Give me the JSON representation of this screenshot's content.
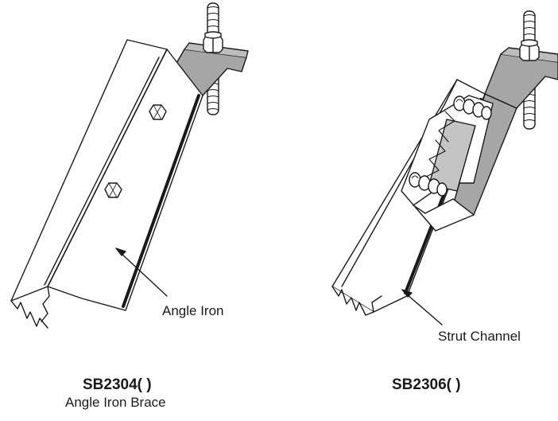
{
  "figures": [
    {
      "callout": "Angle Iron",
      "part_number": "SB2304(  )",
      "description": "Angle Iron Brace"
    },
    {
      "callout": "Strut Channel",
      "part_number": "SB2306(  )",
      "description": ""
    }
  ],
  "colors": {
    "line": "#1a1a1a",
    "shade": "#a6a6a6",
    "shade_dark": "#8c8c8c",
    "background": "#ffffff"
  }
}
